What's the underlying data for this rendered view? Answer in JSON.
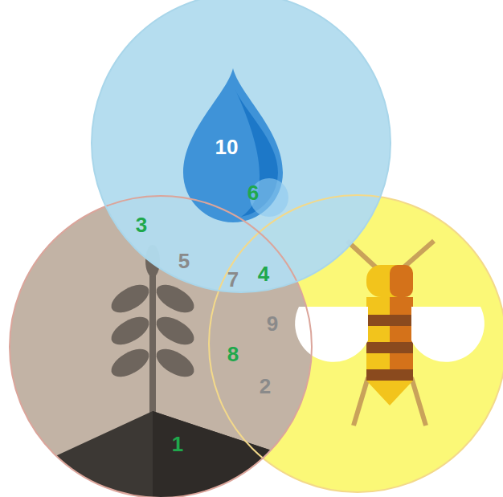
{
  "diagram": {
    "labels": [
      "10",
      "6",
      "3",
      "5",
      "7",
      "4",
      "9",
      "8",
      "2",
      "1"
    ]
  }
}
